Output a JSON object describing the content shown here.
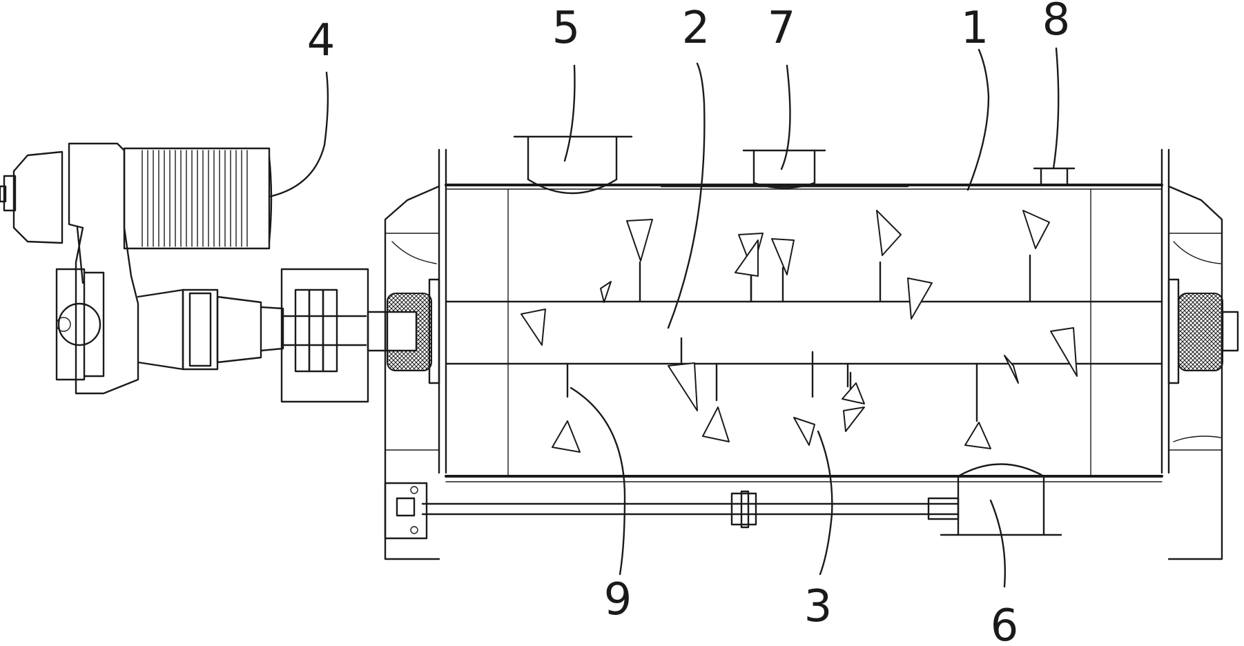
{
  "callouts": [
    {
      "id": "label-1",
      "text": "1"
    },
    {
      "id": "label-2",
      "text": "2"
    },
    {
      "id": "label-3",
      "text": "3"
    },
    {
      "id": "label-4",
      "text": "4"
    },
    {
      "id": "label-5",
      "text": "5"
    },
    {
      "id": "label-6",
      "text": "6"
    },
    {
      "id": "label-7",
      "text": "7"
    },
    {
      "id": "label-8",
      "text": "8"
    },
    {
      "id": "label-9",
      "text": "9"
    }
  ]
}
